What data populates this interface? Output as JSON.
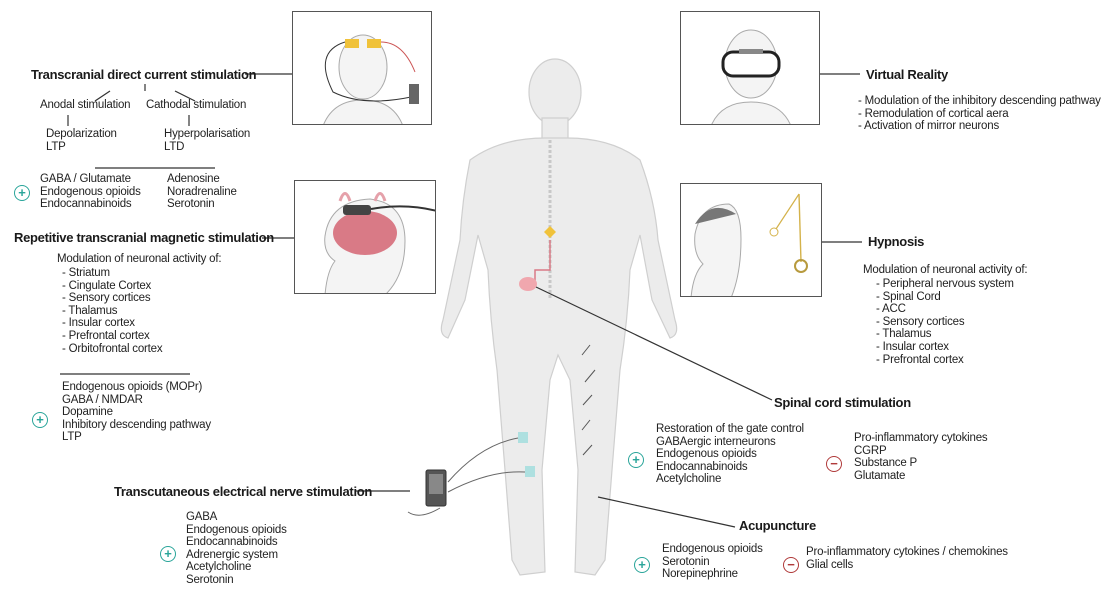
{
  "tdcs": {
    "title": "Transcranial direct current stimulation",
    "anodal": "Anodal stimulation",
    "cathodal": "Cathodal stimulation",
    "anodal_effects": [
      "Depolarization",
      "LTP"
    ],
    "cathodal_effects": [
      "Hyperpolarisation",
      "LTD"
    ],
    "anodal_mediators": [
      "GABA / Glutamate",
      "Endogenous opioids",
      "Endocannabinoids"
    ],
    "cathodal_mediators": [
      "Adenosine",
      "Noradrenaline",
      "Serotonin"
    ]
  },
  "rtms": {
    "title": "Repetitive transcranial magnetic stimulation",
    "intro": "Modulation of neuronal activity of:",
    "areas": [
      "- Striatum",
      "- Cingulate Cortex",
      "- Sensory cortices",
      "- Thalamus",
      "- Insular cortex",
      "- Prefrontal cortex",
      "- Orbitofrontal cortex"
    ],
    "mediators": [
      "Endogenous opioids (MOPr)",
      "GABA / NMDAR",
      "Dopamine",
      "Inhibitory descending pathway",
      "LTP"
    ]
  },
  "tens": {
    "title": "Transcutaneous electrical nerve stimulation",
    "mediators": [
      "GABA",
      "Endogenous opioids",
      "Endocannabinoids",
      "Adrenergic system",
      "Acetylcholine",
      "Serotonin"
    ]
  },
  "vr": {
    "title": "Virtual Reality",
    "items": [
      "- Modulation of the inhibitory descending pathway",
      "- Remodulation of cortical aera",
      "- Activation of mirror neurons"
    ]
  },
  "hypnosis": {
    "title": "Hypnosis",
    "intro": "Modulation of neuronal activity of:",
    "areas": [
      "- Peripheral nervous system",
      "- Spinal Cord",
      "- ACC",
      "- Sensory cortices",
      "- Thalamus",
      "- Insular cortex",
      "- Prefrontal cortex"
    ]
  },
  "scs": {
    "title": "Spinal cord stimulation",
    "positive": [
      "Restoration of the gate control",
      "GABAergic interneurons",
      "Endogenous opioids",
      "Endocannabinoids",
      "Acetylcholine"
    ],
    "negative": [
      "Pro-inflammatory cytokines",
      "CGRP",
      "Substance P",
      "Glutamate"
    ]
  },
  "acupuncture": {
    "title": "Acupuncture",
    "positive": [
      "Endogenous opioids",
      "Serotonin",
      "Norepinephrine"
    ],
    "negative": [
      "Pro-inflammatory cytokines / chemokines",
      "Glial cells"
    ]
  },
  "symbols": {
    "plus": "+",
    "minus": "−"
  },
  "colors": {
    "teal": "#2aa59a",
    "red": "#b03a3a",
    "body": "#ececec",
    "brain": "#d97a86",
    "electrode": "#aee0e0",
    "spine_marker": "#f0c23a"
  }
}
